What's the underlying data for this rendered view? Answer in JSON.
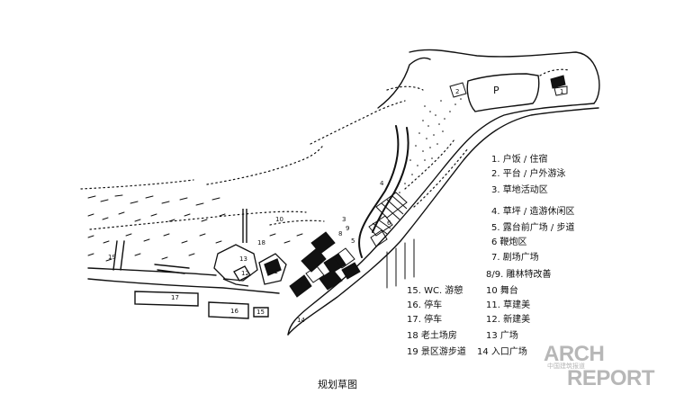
{
  "caption": "规划草图",
  "logo": {
    "line1": "ARCH",
    "line2": "中国建筑报道",
    "line3": "REPORT"
  },
  "map": {
    "parking_label": "P"
  },
  "legend_right": [
    "1. 户饭 / 住宿",
    "2. 平台 / 户外游泳",
    "3. 草地活动区",
    "4. 草坪 / 造游休闲区",
    "5. 露台前广场 / 步道",
    "6 鞭炮区",
    "7. 剧场广场",
    "8/9. 雕林特改善",
    "10 舞台",
    "11. 草建美",
    "12. 新建美",
    "13 广场",
    "14 入口广场"
  ],
  "legend_left": [
    "15. WC. 游憩",
    "16. 停车",
    "17. 停车",
    "18 老土场房",
    "19 景区游步道"
  ],
  "map_numbers": [
    "1",
    "2",
    "3",
    "4",
    "5",
    "6",
    "7",
    "8",
    "9",
    "10",
    "11",
    "12",
    "13",
    "14",
    "15",
    "16",
    "17",
    "18",
    "19"
  ],
  "colors": {
    "ink": "#111111",
    "logo_gray": "#b7b7b7"
  }
}
